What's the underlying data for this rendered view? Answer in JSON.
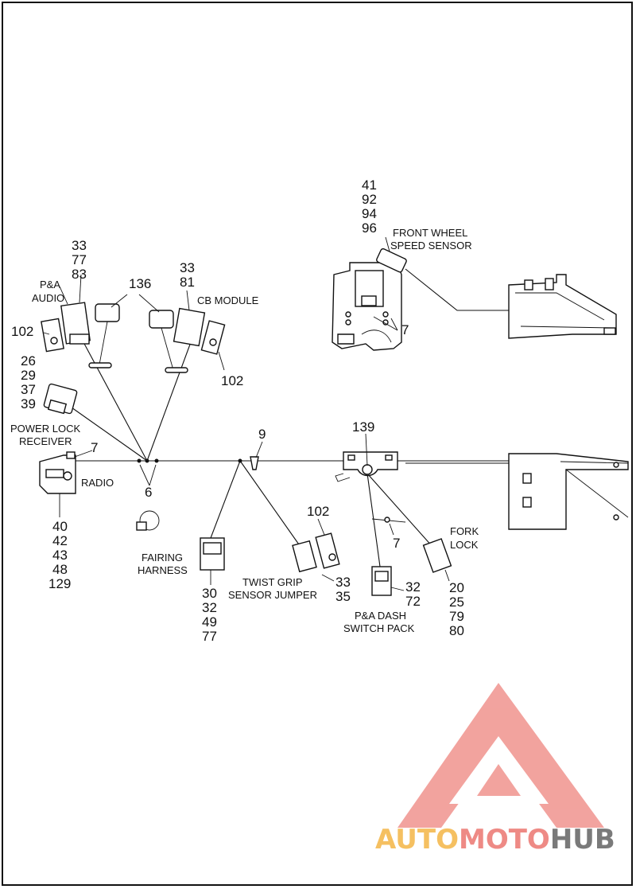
{
  "callouts": {
    "c_41": "41",
    "c_92": "92",
    "c_94": "94",
    "c_96": "96",
    "c_7_fw": "7",
    "c_33_pa": "33",
    "c_77_pa": "77",
    "c_83_pa": "83",
    "c_136": "136",
    "c_33_cb": "33",
    "c_81_cb": "81",
    "c_102_left": "102",
    "c_102_cb": "102",
    "c_26": "26",
    "c_29": "29",
    "c_37": "37",
    "c_39": "39",
    "c_7_radio": "7",
    "c_9": "9",
    "c_139": "139",
    "c_6": "6",
    "c_40": "40",
    "c_42": "42",
    "c_43": "43",
    "c_48": "48",
    "c_129": "129",
    "c_102_twist": "102",
    "c_7_dash": "7",
    "c_33_twist": "33",
    "c_35_twist": "35",
    "c_32_dash": "32",
    "c_72_dash": "72",
    "c_30": "30",
    "c_32_fair": "32",
    "c_49": "49",
    "c_77_fair": "77",
    "c_20": "20",
    "c_25": "25",
    "c_79": "79",
    "c_80": "80"
  },
  "labels": {
    "front_wheel_1": "FRONT WHEEL",
    "front_wheel_2": "SPEED SENSOR",
    "pa_audio_1": "P&A",
    "pa_audio_2": "AUDIO",
    "cb_module": "CB MODULE",
    "power_lock_1": "POWER LOCK",
    "power_lock_2": "RECEIVER",
    "radio": "RADIO",
    "fairing_1": "FAIRING",
    "fairing_2": "HARNESS",
    "twist_1": "TWIST GRIP",
    "twist_2": "SENSOR JUMPER",
    "fork_1": "FORK",
    "fork_2": "LOCK",
    "dash_1": "P&A DASH",
    "dash_2": "SWITCH PACK"
  },
  "logo": {
    "part1": "AUTO",
    "part2": "MOTO",
    "part3": "HUB",
    "colors": {
      "part1": "#f5c061",
      "part2": "#ee8a85",
      "part3": "#7a7a7a",
      "triangle": "#f0938e"
    }
  }
}
